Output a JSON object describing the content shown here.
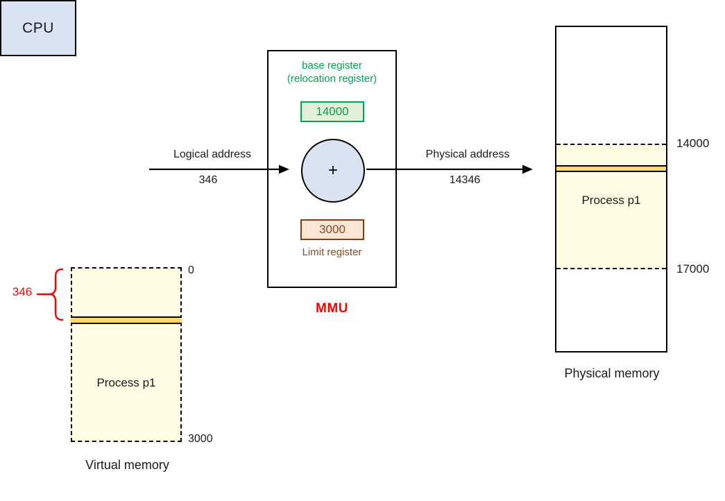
{
  "cpu": {
    "label": "CPU"
  },
  "logical_address": {
    "label": "Logical address",
    "value": "346"
  },
  "physical_address": {
    "label": "Physical address",
    "value": "14346"
  },
  "mmu": {
    "title": "MMU",
    "base_register": {
      "caption_line1": "base register",
      "caption_line2": "(relocation register)",
      "value": "14000"
    },
    "adder": {
      "symbol": "+"
    },
    "limit_register": {
      "value": "3000",
      "caption": "Limit register"
    }
  },
  "physical_memory": {
    "caption": "Physical memory",
    "process_label": "Process p1",
    "base_boundary_label": "14000",
    "limit_boundary_label": "17000"
  },
  "virtual_memory": {
    "caption": "Virtual memory",
    "process_label": "Process p1",
    "top_label": "0",
    "bottom_label": "3000",
    "offset_label": "346"
  },
  "colors": {
    "cpu_fill": "#DAE3F1",
    "adder_fill": "#DAE3F1",
    "green_accent": "#00A550",
    "green_fill": "#E2F0D9",
    "brown_accent": "#843C0C",
    "brown_fill": "#FBE5D6",
    "highlight_strip": "#FFD966",
    "process_fill": "#FEFCE3",
    "red_accent": "#FF0000"
  }
}
